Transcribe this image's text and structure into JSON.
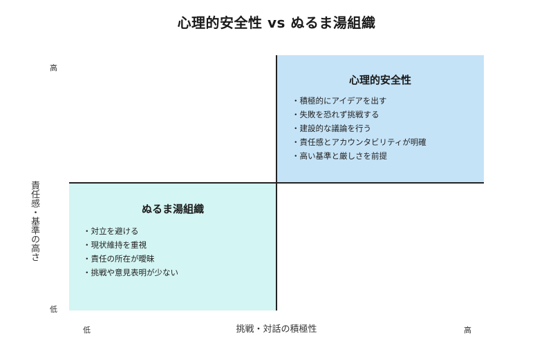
{
  "title": "心理的安全性 vs ぬるま湯組織",
  "axes": {
    "x_label": "挑戦・対話の積極性",
    "x_low": "低",
    "x_high": "高",
    "y_label": "責任感・基準の高さ",
    "y_low": "低",
    "y_high": "高"
  },
  "quadrants": {
    "psychological_safety": {
      "heading": "心理的安全性",
      "color": "#c5e3f7",
      "items": [
        "積極的にアイデアを出す",
        "失敗を恐れず挑戦する",
        "建設的な議論を行う",
        "責任感とアカウンタビリティが明確",
        "高い基準と厳しさを前提"
      ]
    },
    "lukewarm": {
      "heading": "ぬるま湯組織",
      "color": "#d3f5f3",
      "items": [
        "対立を避ける",
        "現状維持を重視",
        "責任の所在が曖昧",
        "挑戦や意見表明が少ない"
      ]
    }
  }
}
